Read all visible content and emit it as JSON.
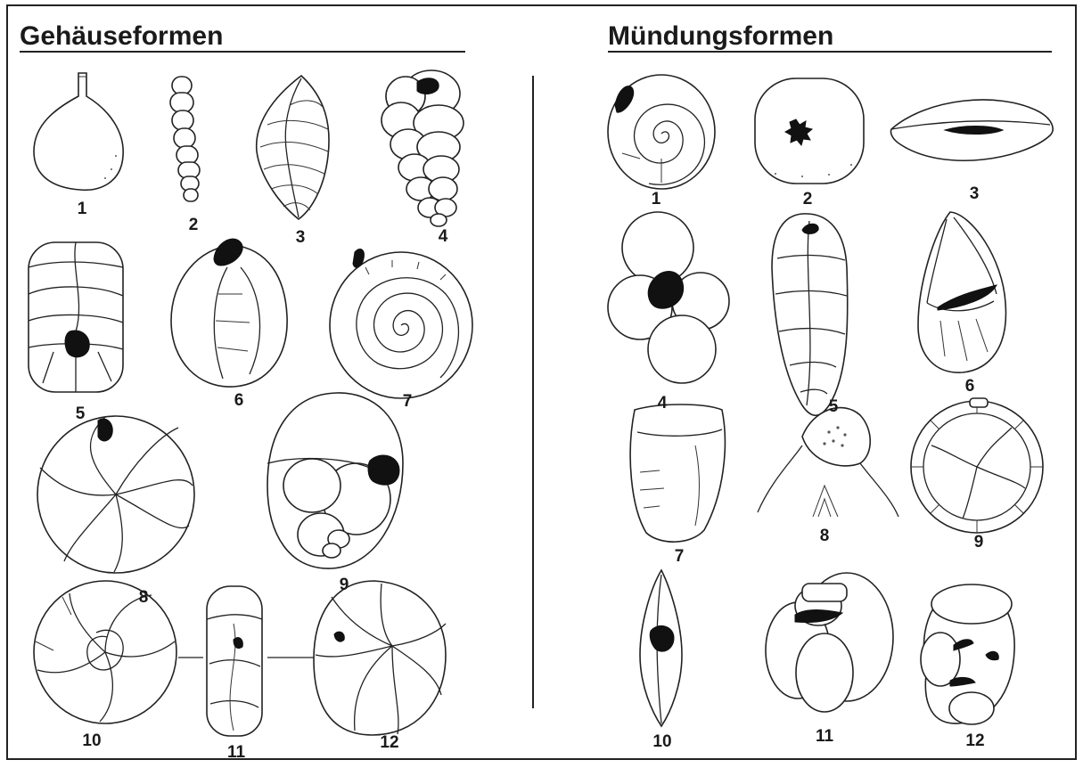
{
  "left_panel": {
    "title": "Gehäuseformen",
    "labels": [
      "1",
      "2",
      "3",
      "4",
      "5",
      "6",
      "7",
      "8",
      "9",
      "10",
      "11",
      "12"
    ]
  },
  "right_panel": {
    "title": "Mündungsformen",
    "labels": [
      "1",
      "2",
      "3",
      "4",
      "5",
      "6",
      "7",
      "8",
      "9",
      "10",
      "11",
      "12"
    ]
  }
}
